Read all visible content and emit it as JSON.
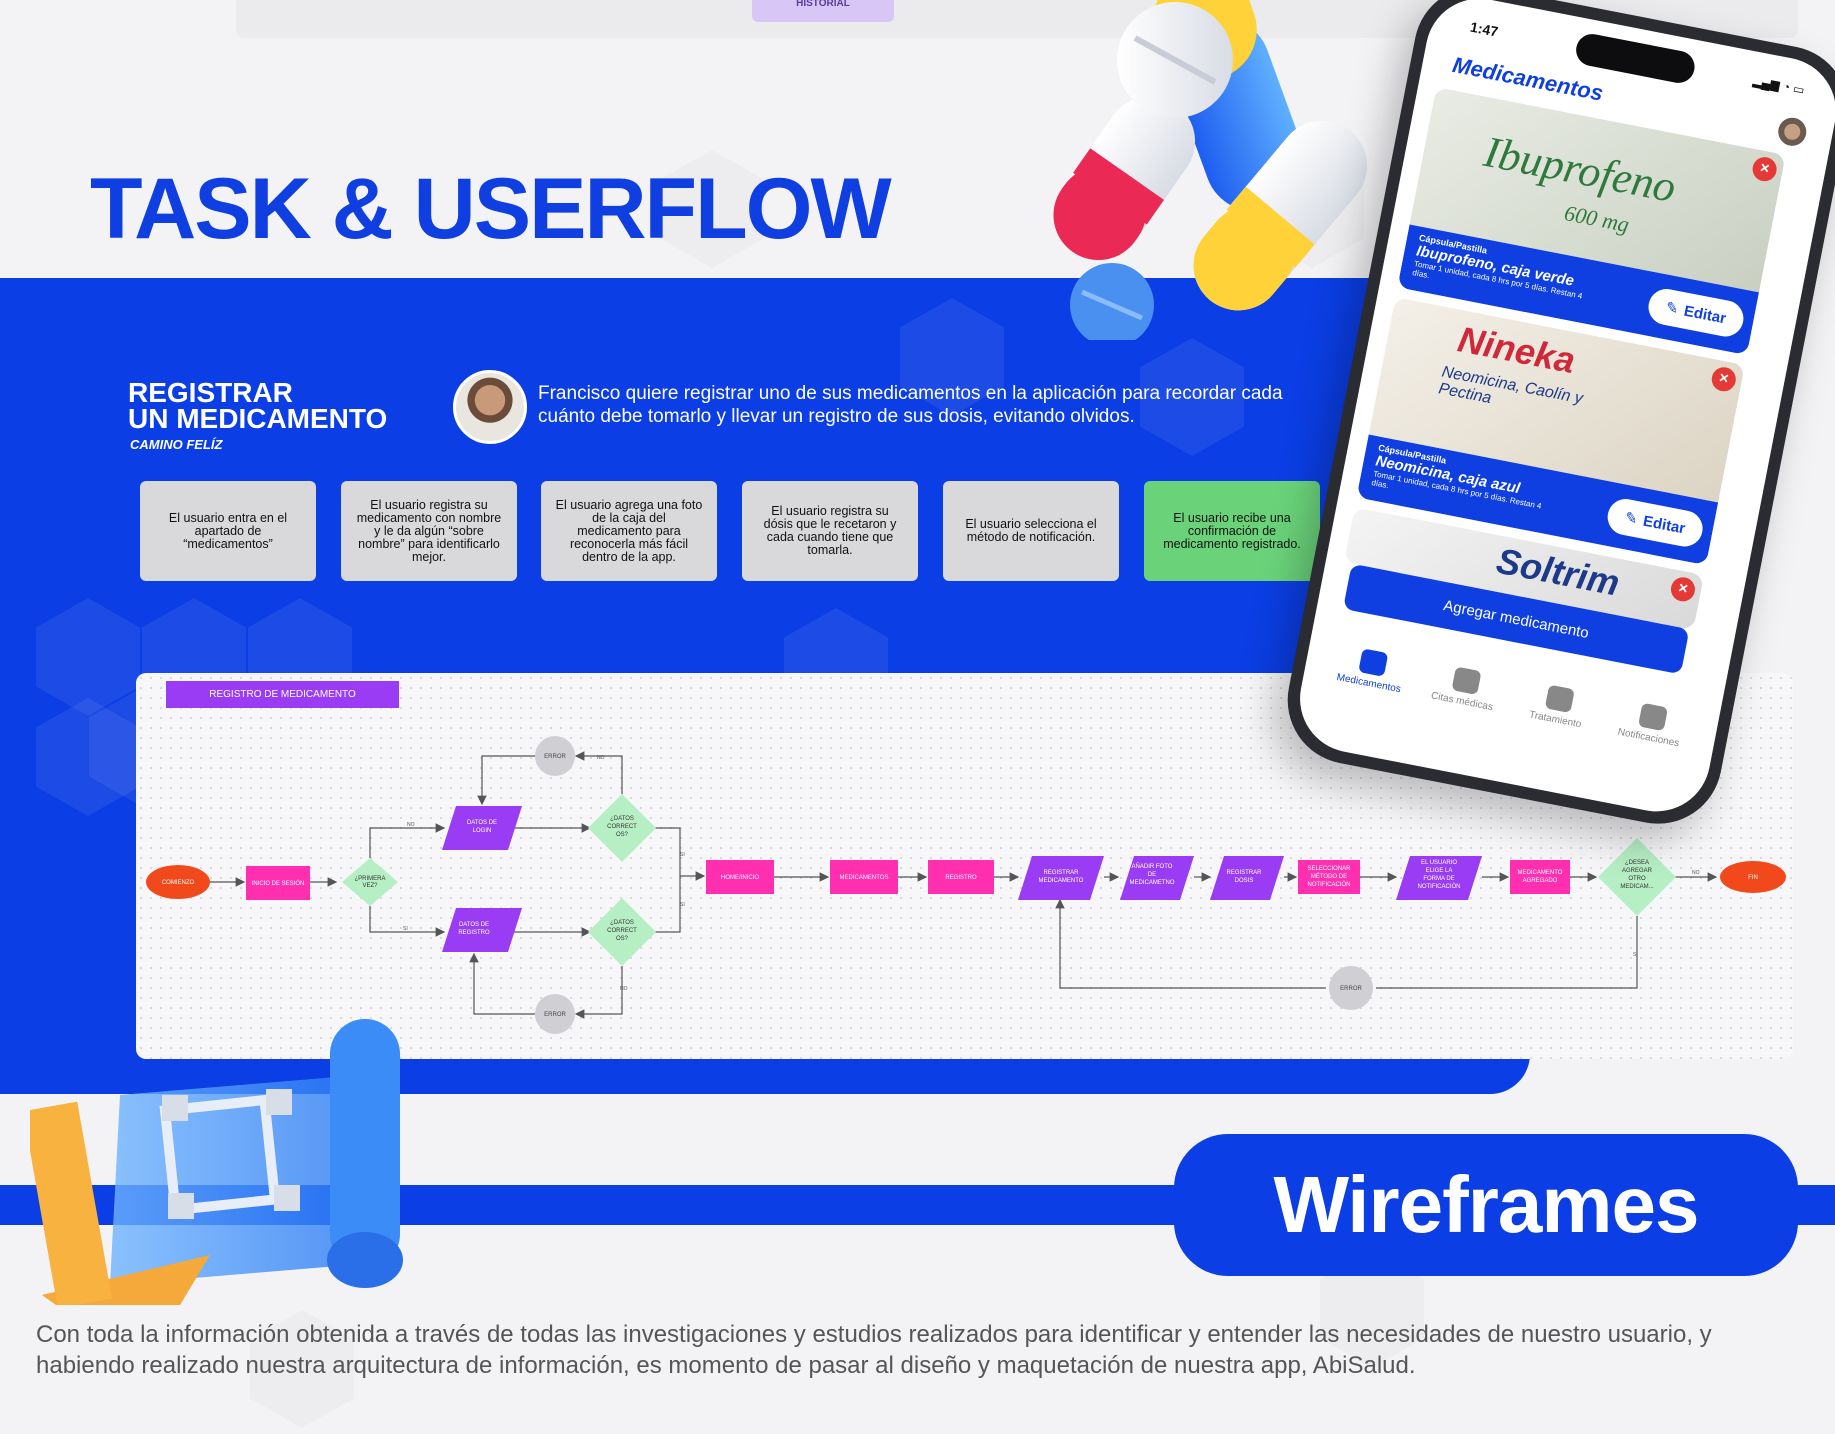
{
  "header": {
    "top_pill": "HISTORIAL",
    "title": "TASK & USERFLOW"
  },
  "task": {
    "title": "REGISTRAR\nUN MEDICAMENTO",
    "subtitle": "CAMINO FELÍZ",
    "description": "Francisco quiere registrar uno de sus medicamentos en la aplicación para recordar cada cuánto debe tomarlo y llevar un registro de sus dosis, evitando olvidos.",
    "steps": [
      "El usuario entra en el apartado de “medicamentos”",
      "El usuario registra su medicamento con nombre y le da algún “sobre nombre” para identificarlo mejor.",
      "El usuario agrega una foto de la caja del medicamento para reconocerla más fácil dentro de la app.",
      "El usuario registra su dósis que le recetaron y cada cuando tiene que tomarla.",
      "El usuario selecciona el método de notificación.",
      "El usuario recibe una confirmación de medicamento registrado."
    ]
  },
  "flow": {
    "label": "REGISTRO DE MEDICAMENTO",
    "nodes": {
      "comienzo": "COMIENZO",
      "inicio_sesion": "INICIO DE SESIÓN",
      "primera_vez": "¿PRIMERA VEZ?",
      "datos_login": "DATOS DE LOGIN",
      "datos_registro": "DATOS DE REGISTRO",
      "datos_correctos_1": "¿DATOS CORRECT OS?",
      "datos_correctos_2": "¿DATOS CORRECT OS?",
      "error_top": "ERROR",
      "error_bottom": "ERROR",
      "error_right": "ERROR",
      "home": "HOME/INICIO",
      "medicamentos": "MEDICAMENTOS",
      "registro": "REGISTRO",
      "registrar_medicamento": "REGISTRAR MEDICAMENTO",
      "anadir_foto": "AÑADIR FOTO DE MEDICAMETNO",
      "registrar_dosis": "REGISTRAR DOSIS",
      "seleccionar_metodo": "SELECCIONAR MÉTODO DE NOTIFICACIÓN",
      "usuario_elige": "EL USUARIO ELIGE LA FORMA DE NOTIFICACIÓN",
      "medicamento_agregado": "MEDICAMENTO AGREGADO",
      "desea_agregar": "¿DESEA AGREGAR OTRO MEDICAM...",
      "fin": "FIN"
    },
    "edges": {
      "no": "NO",
      "si": "SI"
    }
  },
  "phone": {
    "time": "1:47",
    "signal": "▂▄▆ ◔ ▭",
    "app_title": "Medicamentos",
    "cards": [
      {
        "photo_text": "Ibuprofeno",
        "photo_sub": "600 mg",
        "type": "Cápsula/Pastilla",
        "name": "Ibuprofeno, caja verde",
        "info": "Tomar 1 unidad, cada 8 hrs por 5 días. Restan 4 días.",
        "edit": "Editar"
      },
      {
        "photo_text": "Nineka",
        "photo_sub": "Neomicina, Caolín y Pectina",
        "type": "Cápsula/Pastilla",
        "name": "Neomicina, caja azul",
        "info": "Tomar 1 unidad, cada 8 hrs por 5 días. Restan 4 días.",
        "edit": "Editar"
      },
      {
        "photo_text": "Soltrim"
      }
    ],
    "add_button": "Agregar medicamento",
    "tabs": [
      "Medicamentos",
      "Citas médicas",
      "Tratamiento",
      "Notificaciones"
    ]
  },
  "wireframes": {
    "title": "Wireframes",
    "text": "Con toda la información obtenida a través de todas las investigaciones y estudios realizados para identificar y entender las necesidades de nuestro usuario, y habiendo realizado nuestra arquitectura de información, es momento de pasar al diseño y maquetación de nuestra app, AbiSalud."
  },
  "colors": {
    "brand_blue": "#0b3ee4",
    "flow_pink": "#ff2fb0",
    "flow_purple": "#9a3cf4",
    "flow_green": "#b7efc5",
    "flow_orange": "#f2491c",
    "step_green": "#6ad37a"
  }
}
